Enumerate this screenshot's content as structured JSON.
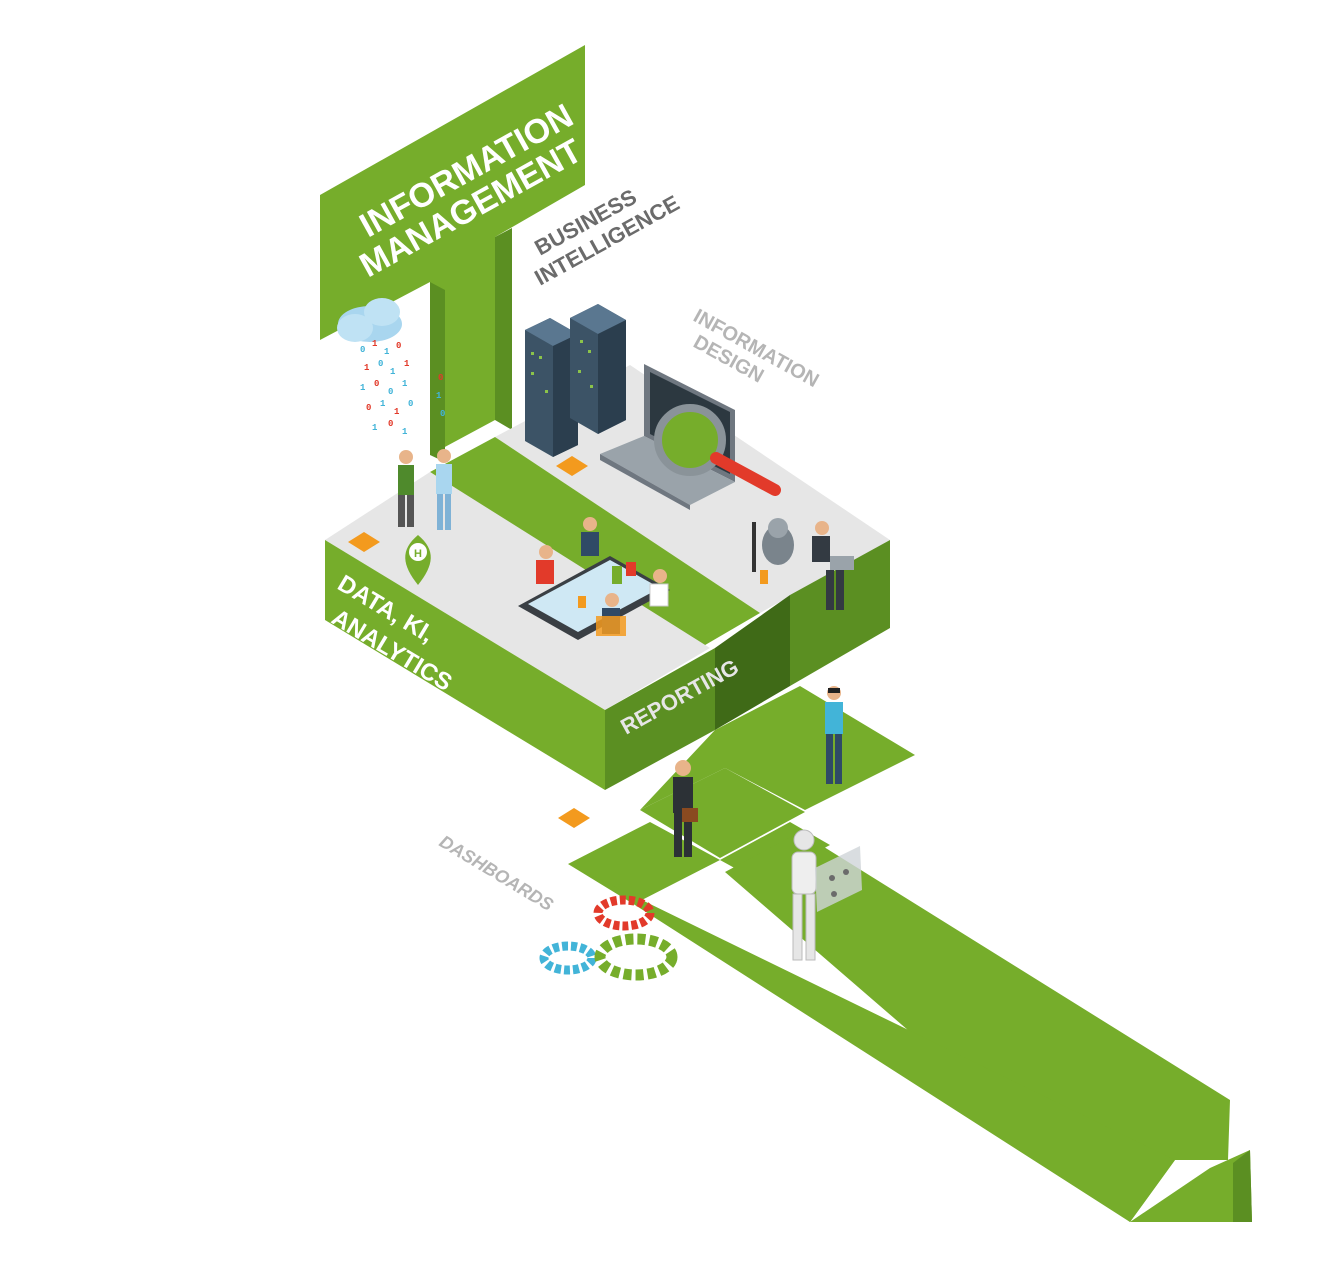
{
  "labels": {
    "information_management_line1": "INFORMATION",
    "information_management_line2": "MANAGEMENT",
    "business_intelligence_line1": "BUSINESS",
    "business_intelligence_line2": "INTELLIGENCE",
    "information_design_line1": "INFORMATION",
    "information_design_line2": "DESIGN",
    "data_ki_analytics_line1": "DATA, KI,",
    "data_ki_analytics_line2": "ANALYTICS",
    "reporting": "REPORTING",
    "dashboards": "DASHBOARDS"
  },
  "icons": {
    "map_pin_letter": "H"
  },
  "colors": {
    "green_main": "#76ad2b",
    "green_dark": "#5b8f22",
    "green_darker": "#3f6a17",
    "floor_gray": "#e6e6e6",
    "text_white": "#ffffff",
    "text_gray_dark": "#6b6b6b",
    "text_gray_light": "#b5b5b5",
    "server_blue": "#3c5366",
    "chip_orange": "#f39a1e",
    "gear_red": "#e23a2a",
    "gear_blue": "#42b4d8",
    "gear_green": "#76ad2b"
  }
}
